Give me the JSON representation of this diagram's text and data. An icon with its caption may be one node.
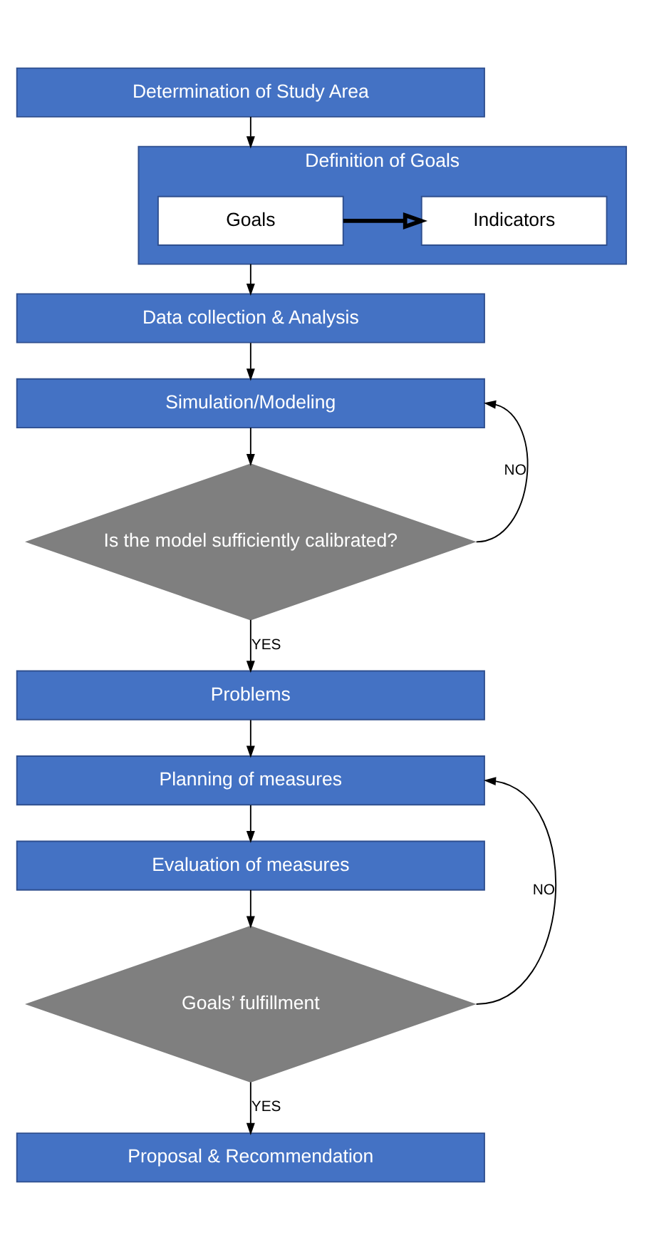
{
  "diagram": {
    "nodes": [
      {
        "text": [
          "Determination of Study Area"
        ]
      },
      {
        "text": [
          "Definition of Goals"
        ]
      },
      {
        "text": [
          "Goals"
        ],
        "in": 1
      },
      {
        "text": [
          "Indicators"
        ],
        "in": 1
      },
      {
        "text": [
          "Data collection & Analysis"
        ]
      },
      {
        "text": [
          "Simulation/Modeling"
        ]
      },
      {
        "text": [
          "Is the model sufficiently calibrated?"
        ]
      },
      {
        "text": [
          "Problems"
        ]
      },
      {
        "text": [
          "Planning of measures"
        ]
      },
      {
        "text": [
          "Evaluation of measures"
        ]
      },
      {
        "text": [
          "Goals’ fulfillment"
        ]
      },
      {
        "text": [
          "Proposal & Recommendation"
        ]
      }
    ],
    "edges": [
      {
        "from": 0,
        "to": 1,
        "arrow": "to"
      },
      {
        "from": 2,
        "to": 3,
        "arrow": "to",
        "style": "thick"
      },
      {
        "from": 1,
        "to": 4,
        "arrow": "to"
      },
      {
        "from": 4,
        "to": 5,
        "arrow": "to"
      },
      {
        "from": 5,
        "to": 6,
        "arrow": "to"
      },
      {
        "from": 6,
        "to": 5,
        "arrow": "to",
        "label": "NO"
      },
      {
        "from": 6,
        "to": 7,
        "arrow": "to",
        "label": "YES"
      },
      {
        "from": 7,
        "to": 8,
        "arrow": "to"
      },
      {
        "from": 8,
        "to": 9,
        "arrow": "to"
      },
      {
        "from": 9,
        "to": 10,
        "arrow": "to"
      },
      {
        "from": 10,
        "to": 8,
        "arrow": "to",
        "label": "NO"
      },
      {
        "from": 10,
        "to": 11,
        "arrow": "to",
        "label": "YES"
      }
    ]
  }
}
